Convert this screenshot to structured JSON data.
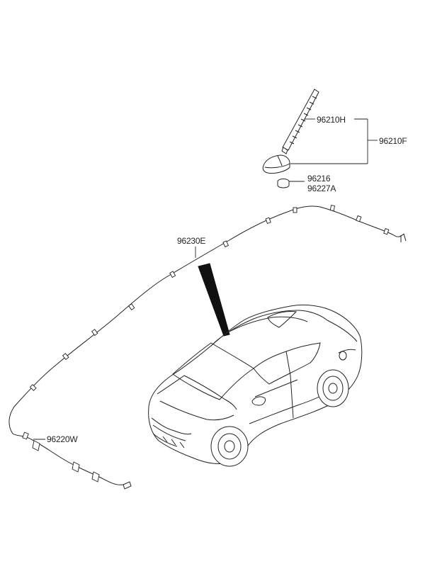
{
  "parts": {
    "antenna_rod": "96210H",
    "antenna_assembly": "96210F",
    "antenna_base_part_1": "96216",
    "antenna_base_part_2": "96227A",
    "roof_cable": "96230E",
    "rear_cable": "96220W"
  },
  "colors": {
    "line": "#222222",
    "background": "#ffffff",
    "fill_dark": "#111111"
  }
}
